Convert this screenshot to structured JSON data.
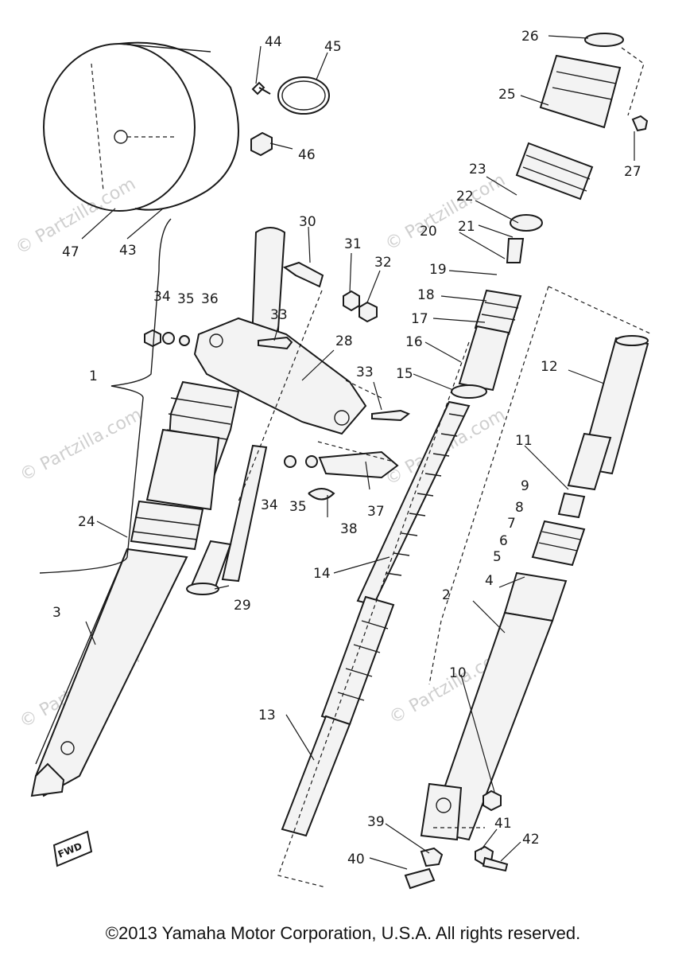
{
  "watermark": "© Partzilla.com",
  "copyright": "©2013 Yamaha Motor Corporation, U.S.A. All rights reserved.",
  "fwd_badge": "FWD",
  "callouts": [
    "1",
    "2",
    "3",
    "4",
    "5",
    "6",
    "7",
    "8",
    "9",
    "10",
    "11",
    "12",
    "13",
    "14",
    "15",
    "16",
    "17",
    "18",
    "19",
    "20",
    "21",
    "22",
    "23",
    "24",
    "25",
    "26",
    "27",
    "28",
    "29",
    "30",
    "31",
    "32",
    "33",
    "33",
    "34",
    "35",
    "36",
    "34",
    "35",
    "37",
    "38",
    "39",
    "40",
    "41",
    "42",
    "43",
    "44",
    "45",
    "46",
    "47"
  ]
}
